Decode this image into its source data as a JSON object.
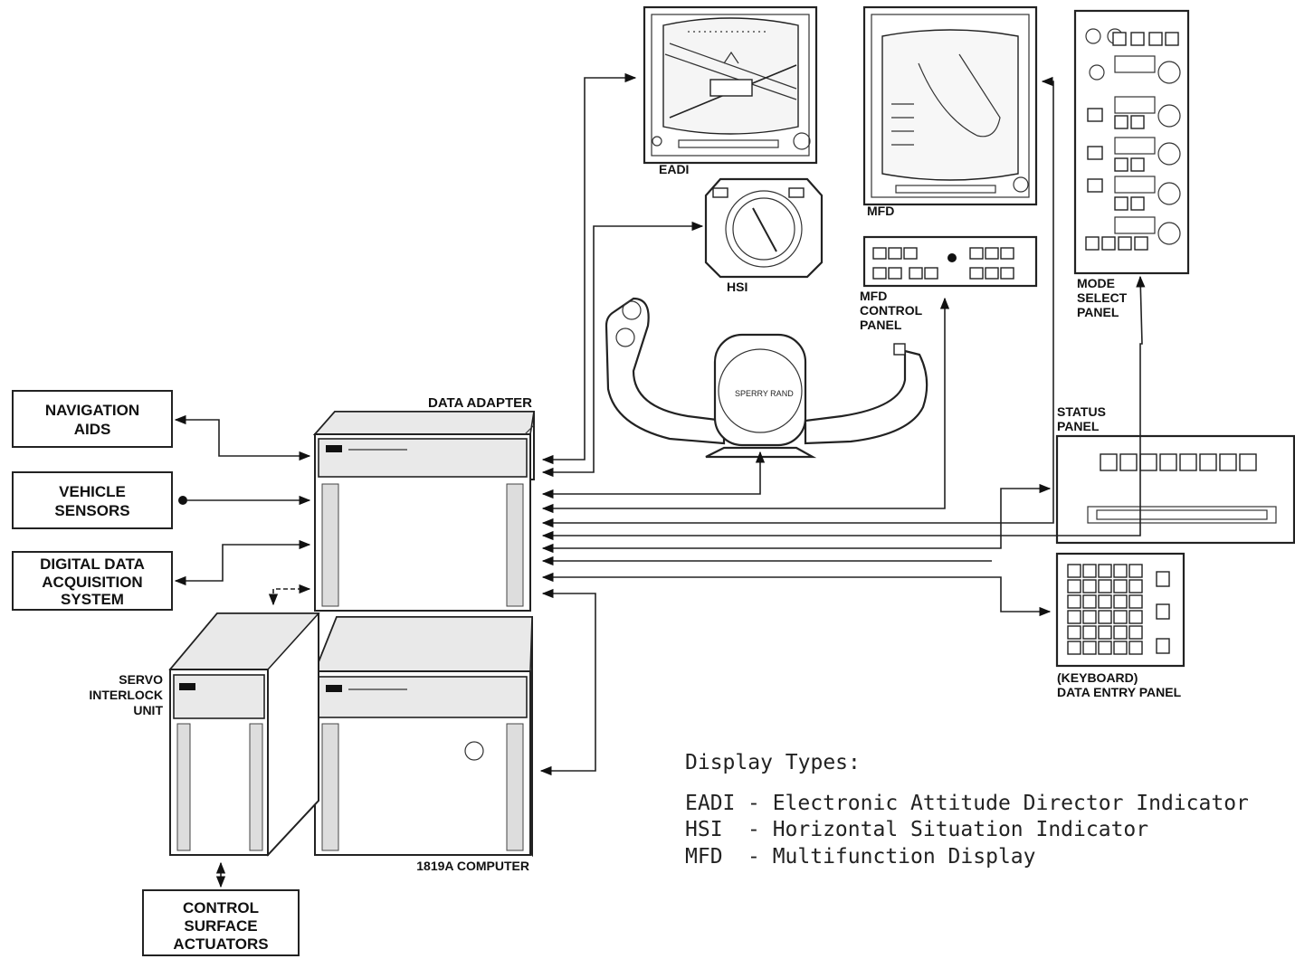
{
  "boxes": {
    "navigation_aids": [
      "NAVIGATION",
      "AIDS"
    ],
    "vehicle_sensors": [
      "VEHICLE",
      "SENSORS"
    ],
    "digital_data_acquisition": [
      "DIGITAL DATA",
      "ACQUISITION",
      "SYSTEM"
    ],
    "control_surface_actuators": [
      "CONTROL",
      "SURFACE",
      "ACTUATORS"
    ]
  },
  "units": {
    "data_adapter": "DATA ADAPTER",
    "servo_interlock": [
      "SERVO",
      "INTERLOCK",
      "UNIT"
    ],
    "computer": "1819A COMPUTER"
  },
  "instruments": {
    "eadi": "EADI",
    "hsi": "HSI",
    "mfd": "MFD",
    "mfd_control_panel": [
      "MFD",
      "CONTROL",
      "PANEL"
    ],
    "mode_select_panel": [
      "MODE",
      "SELECT",
      "PANEL"
    ],
    "status_panel": [
      "STATUS",
      "PANEL"
    ],
    "data_entry_panel": [
      "(KEYBOARD)",
      "DATA ENTRY PANEL"
    ]
  },
  "legend": {
    "title": "Display Types:",
    "entries": [
      {
        "abbr": "EADI",
        "desc": "- Electronic Attitude Director Indicator"
      },
      {
        "abbr": "HSI",
        "desc": "- Horizontal Situation Indicator"
      },
      {
        "abbr": "MFD",
        "desc": "- Multifunction Display"
      }
    ]
  },
  "colors": {
    "ink": "#222222",
    "background": "#ffffff"
  }
}
